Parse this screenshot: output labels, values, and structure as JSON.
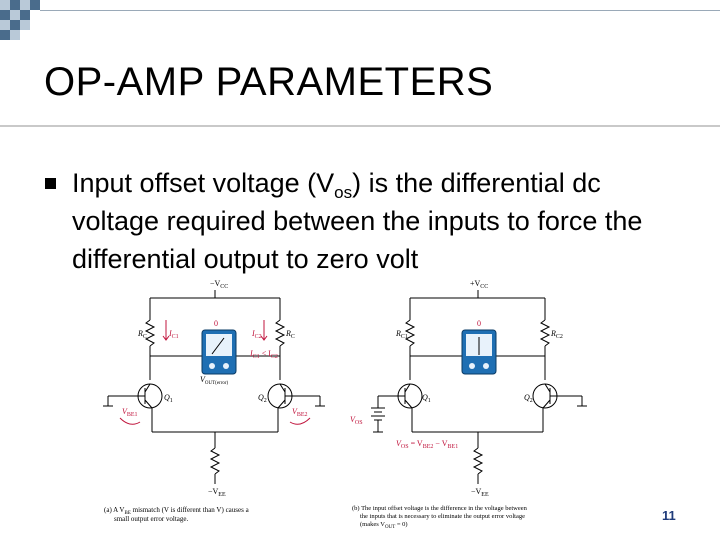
{
  "slide": {
    "title": "OP-AMP PARAMETERS",
    "bullet": {
      "text_pre": "Input offset voltage (V",
      "text_sub": "os",
      "text_post": ") is the differential dc voltage required between the inputs to force the differential output to zero volt"
    },
    "page_number": "11"
  },
  "figure_a": {
    "vcc_label": "−V",
    "vcc_sub": "CC",
    "vee_label": "−V",
    "vee_sub": "EE",
    "rc_left": "R",
    "rc_left_sub": "C",
    "rc_right": "R",
    "rc_right_sub": "C",
    "ic1": "I",
    "ic1_sub": "C1",
    "ic2": "I",
    "ic2_sub": "C2",
    "ic_relation": "I",
    "ic_relation_mid": " < I",
    "ic_relation_sub1": "C1",
    "ic_relation_sub2": "C2",
    "meter_zero": "0",
    "vout_label": "V",
    "vout_sub": "OUT(error)",
    "q1": "Q",
    "q1_sub": "1",
    "q2": "Q",
    "q2_sub": "2",
    "vbe1": "V",
    "vbe1_sub": "BE1",
    "vbe2": "V",
    "vbe2_sub": "BE2",
    "caption_1": "(a) A V",
    "caption_1_sub": "BE",
    "caption_2": " mismatch (V",
    "caption_3": " is different than V",
    "caption_4": ") causes a",
    "caption_line2": "small output error voltage."
  },
  "figure_b": {
    "vcc_label": "+V",
    "vcc_sub": "CC",
    "vee_label": "−V",
    "vee_sub": "EE",
    "rc1": "R",
    "rc1_sub": "C1",
    "rc2": "R",
    "rc2_sub": "C2",
    "meter_zero": "0",
    "q1": "Q",
    "q1_sub": "1",
    "q2": "Q",
    "q2_sub": "2",
    "vos": "V",
    "vos_sub": "OS",
    "equation": "V",
    "equation_sub": "OS",
    "equation_rest": " = V",
    "equation_sub2": "BE2",
    "equation_minus": " − V",
    "equation_sub3": "BE1",
    "caption_line1": "(b) The input offset voltage is the difference in the voltage between",
    "caption_line2": "the inputs that is necessary to eliminate the output error voltage",
    "caption_line3": "(makes V",
    "caption_line3_sub": "OUT",
    "caption_line3_end": " = 0)"
  },
  "colors": {
    "deco_dark": "#4a6c8c",
    "deco_light": "#b9c9d8",
    "meter_blue": "#1f6fb3",
    "annotation_red": "#c0143c",
    "page_number": "#1f3b7a",
    "rule": "#c9c9c9"
  }
}
